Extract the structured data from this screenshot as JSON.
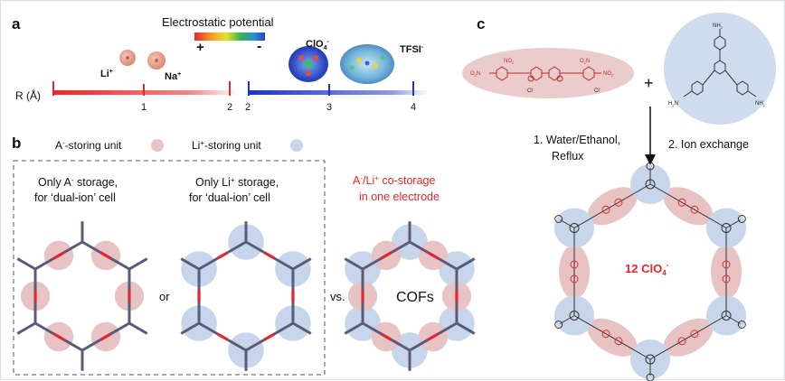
{
  "panels": {
    "a": "a",
    "b": "b",
    "c": "c"
  },
  "panel_a": {
    "title": "Electrostatic potential",
    "plus": "+",
    "minus": "-",
    "axis_label": "R (Å)",
    "cations": {
      "li": "Li",
      "na": "Na",
      "charge": "+"
    },
    "anions": {
      "clo4": "ClO",
      "clo4_sub": "4",
      "clo4_sup": "-",
      "tfsi": "TFSI",
      "tfsi_sup": "-"
    },
    "ticks_left": [
      "1",
      "2"
    ],
    "ticks_right": [
      "2",
      "3",
      "4"
    ],
    "colors": {
      "cation_axis": "#e8383c",
      "anion_axis": "#2b3fcf"
    }
  },
  "panel_b": {
    "legend_anion": "A",
    "legend_anion_sup": "-",
    "legend_anion_rest": "-storing unit",
    "legend_li": "Li",
    "legend_li_sup": "+",
    "legend_li_rest": "-storing unit",
    "only_a_line1_pre": "Only A",
    "only_a_line1_sup": "-",
    "only_a_line1_post": " storage,",
    "only_a_line2": "for ‘dual-ion’ cell",
    "only_li_line1_pre": "Only Li",
    "only_li_line1_sup": "+",
    "only_li_line1_post": " storage,",
    "only_li_line2": "for ‘dual-ion’ cell",
    "or": "or",
    "vs": "vs.",
    "costorage_line1_pre": "A",
    "costorage_line1_sup1": "-",
    "costorage_line1_mid": "/Li",
    "costorage_line1_sup2": "+",
    "costorage_line1_post": " co-storage",
    "costorage_line2": "in one electrode",
    "cofs": "COFs",
    "colors": {
      "anion_unit": "#e7c3c3",
      "li_unit": "#c7d6ea",
      "highlight": "#e8262b"
    }
  },
  "panel_c": {
    "plus": "+",
    "step1_line1": "1. Water/Ethanol,",
    "step1_line2": "Reflux",
    "step2": "2. Ion exchange",
    "center_label": "12 ClO",
    "center_sub": "4",
    "center_sup": "-",
    "monomer1": {
      "no2": "NO",
      "no2_sub": "2",
      "o2n": "O",
      "o2n_2": "2",
      "o2n_n": "N",
      "cl": "Cl",
      "cl_sup": "-"
    },
    "monomer2": {
      "nh2": "NH",
      "nh2_sub": "2",
      "h2n": "H",
      "h2n_sub": "2",
      "h2n_n": "N"
    }
  }
}
